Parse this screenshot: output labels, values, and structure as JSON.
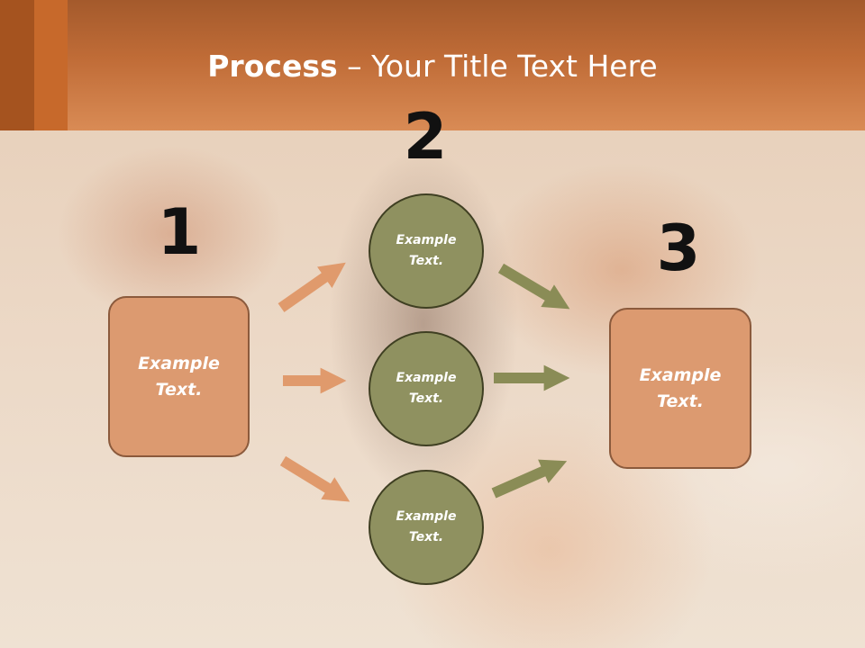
{
  "title": {
    "bold": "Process",
    "separator": " – ",
    "rest": "Your Title Text Here"
  },
  "steps": {
    "one": "1",
    "two": "2",
    "three": "3"
  },
  "left_box": {
    "text": "Example\nText."
  },
  "circles": [
    {
      "text": "Example\nText."
    },
    {
      "text": "Example\nText."
    },
    {
      "text": "Example\nText."
    }
  ],
  "right_box": {
    "text": "Example\nText."
  },
  "colors": {
    "header": "#c06c37",
    "box_fill": "#dc9a70",
    "circle_fill": "#8f9160",
    "arrow_left": "#e09a6c",
    "arrow_right": "#8a8c56"
  }
}
